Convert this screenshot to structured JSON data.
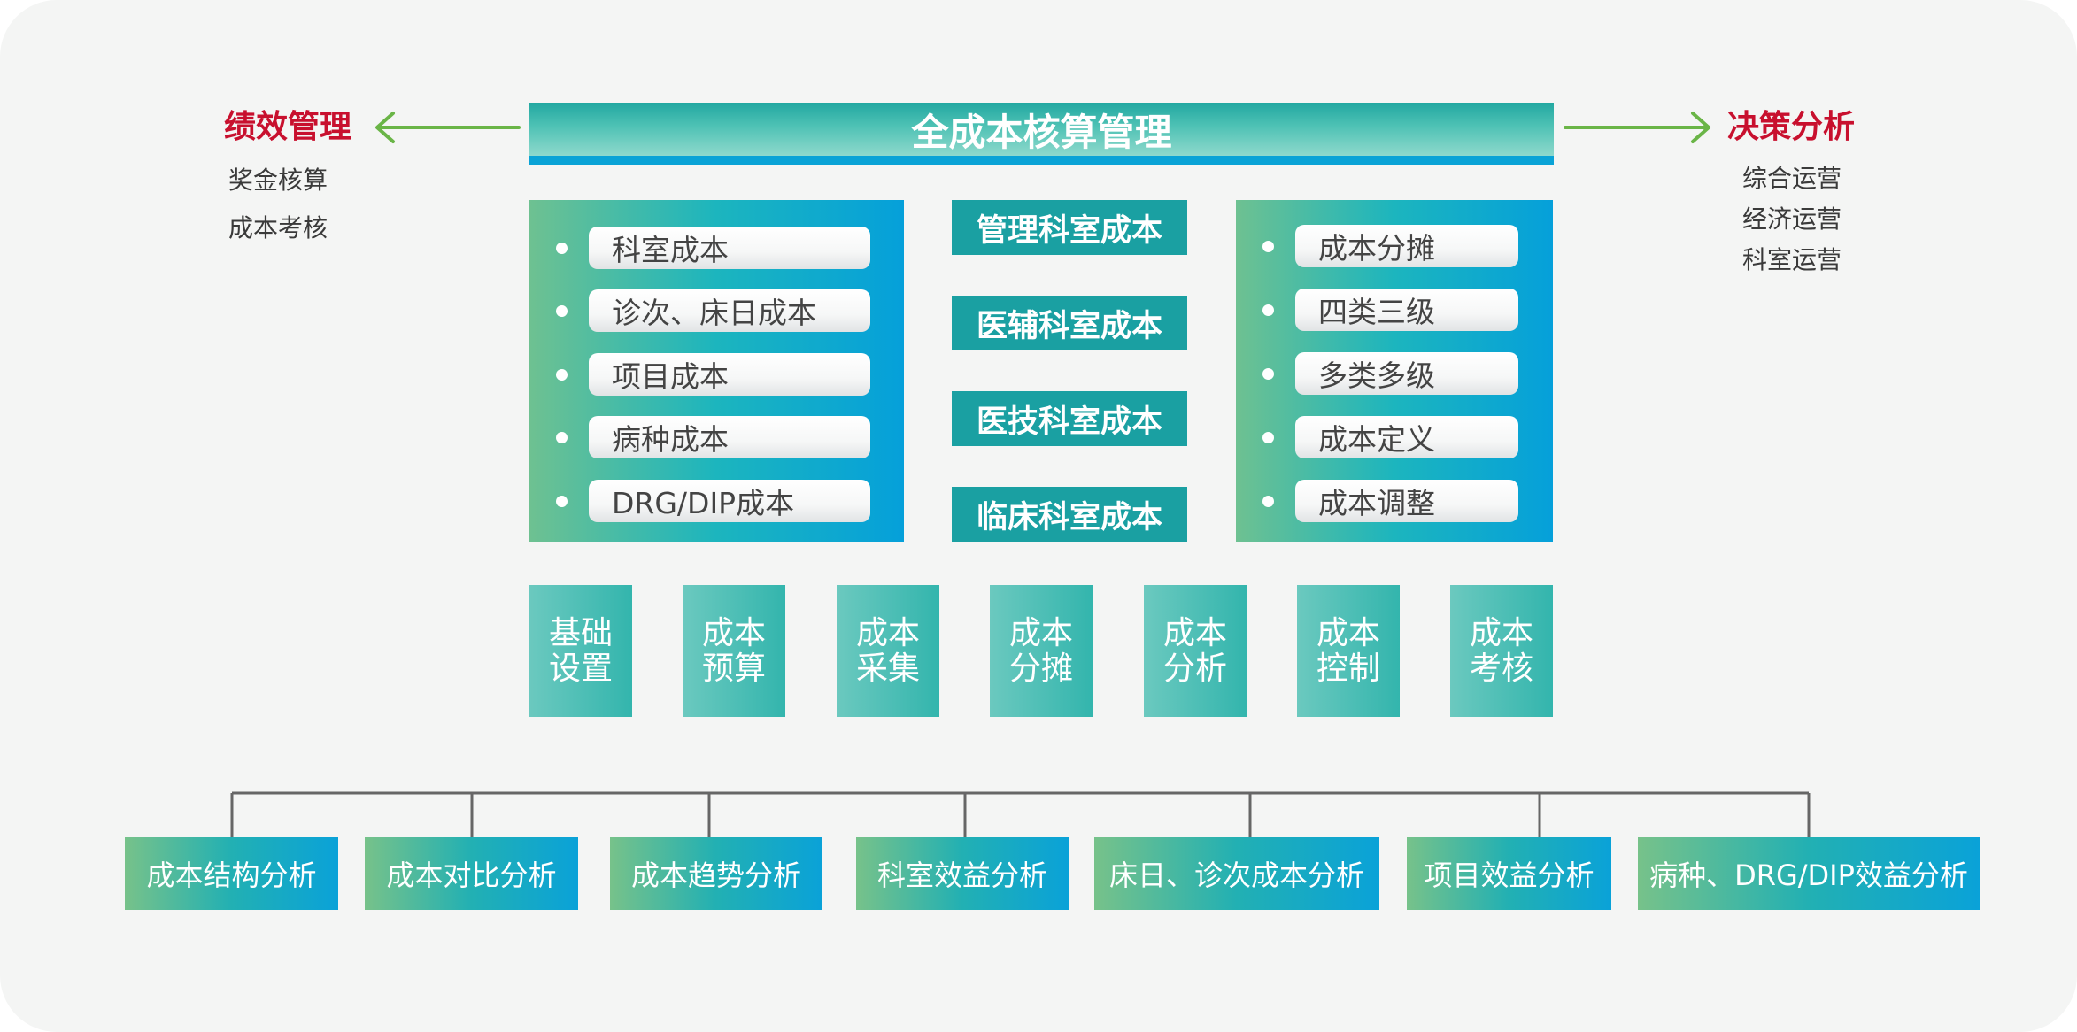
{
  "left_side": {
    "title": "绩效管理",
    "items": [
      "奖金核算",
      "成本考核"
    ]
  },
  "right_side": {
    "title": "决策分析",
    "items": [
      "综合运营",
      "经济运营",
      "科室运营"
    ]
  },
  "top_title": "全成本核算管理",
  "left_panel_items": [
    "科室成本",
    "诊次、床日成本",
    "项目成本",
    "病种成本",
    "DRG/DIP成本"
  ],
  "middle_items": [
    "管理科室成本",
    "医辅科室成本",
    "医技科室成本",
    "临床科室成本"
  ],
  "right_panel_items": [
    "成本分摊",
    "四类三级",
    "多类多级",
    "成本定义",
    "成本调整"
  ],
  "modules": [
    {
      "line1": "基础",
      "line2": "设置"
    },
    {
      "line1": "成本",
      "line2": "预算"
    },
    {
      "line1": "成本",
      "line2": "采集"
    },
    {
      "line1": "成本",
      "line2": "分摊"
    },
    {
      "line1": "成本",
      "line2": "分析"
    },
    {
      "line1": "成本",
      "line2": "控制"
    },
    {
      "line1": "成本",
      "line2": "考核"
    }
  ],
  "analysis_items": [
    "成本结构分析",
    "成本对比分析",
    "成本趋势分析",
    "科室效益分析",
    "床日、诊次成本分析",
    "项目效益分析",
    "病种、DRG/DIP效益分析"
  ],
  "colors": {
    "accent_red": "#c8102e",
    "arrow_green": "#6ab547",
    "teal": "#1aa0a2",
    "blue": "#05a0da",
    "connector_gray": "#666666"
  }
}
